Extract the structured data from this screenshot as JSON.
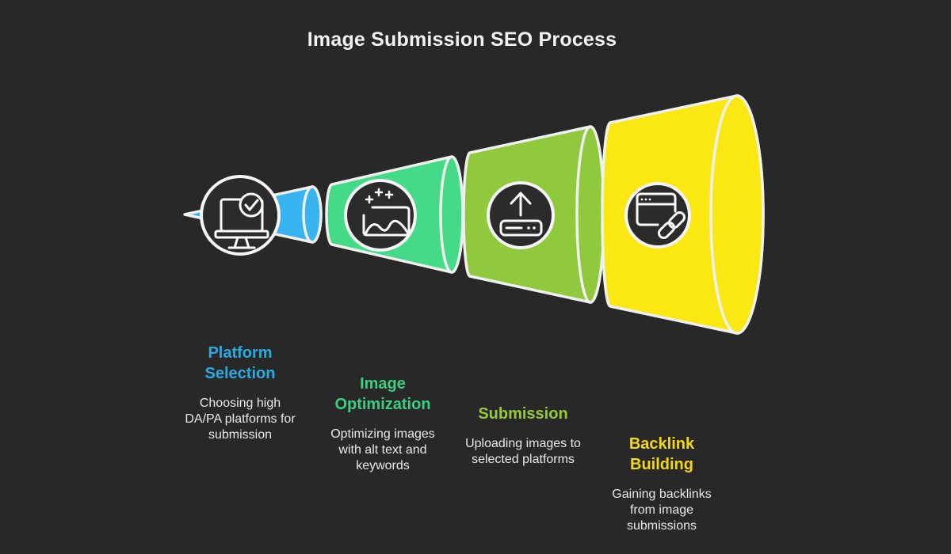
{
  "title": "Image Submission SEO Process",
  "stages": [
    {
      "name": "Platform\nSelection",
      "description": "Choosing high\nDA/PA platforms for\nsubmission",
      "color": "#38b5f0",
      "heading_color": "#29abe2",
      "icon": "monitor-check-icon"
    },
    {
      "name": "Image\nOptimization",
      "description": "Optimizing images\nwith alt text and\nkeywords",
      "color": "#45da88",
      "heading_color": "#3ecd80",
      "icon": "image-sparkles-icon"
    },
    {
      "name": "Submission",
      "description": "Uploading images to\nselected platforms",
      "color": "#90c93d",
      "heading_color": "#95c93e",
      "icon": "upload-icon"
    },
    {
      "name": "Backlink\nBuilding",
      "description": "Gaining backlinks\nfrom image\nsubmissions",
      "color": "#fbe813",
      "heading_color": "#f4d816",
      "icon": "browser-link-icon"
    }
  ],
  "colors": {
    "background": "#282828",
    "title_text": "#f2f2f2",
    "body_text": "#e9e9e9",
    "outline": "#f0f0f0",
    "icon_circle_fill": "#2b2b2b"
  }
}
